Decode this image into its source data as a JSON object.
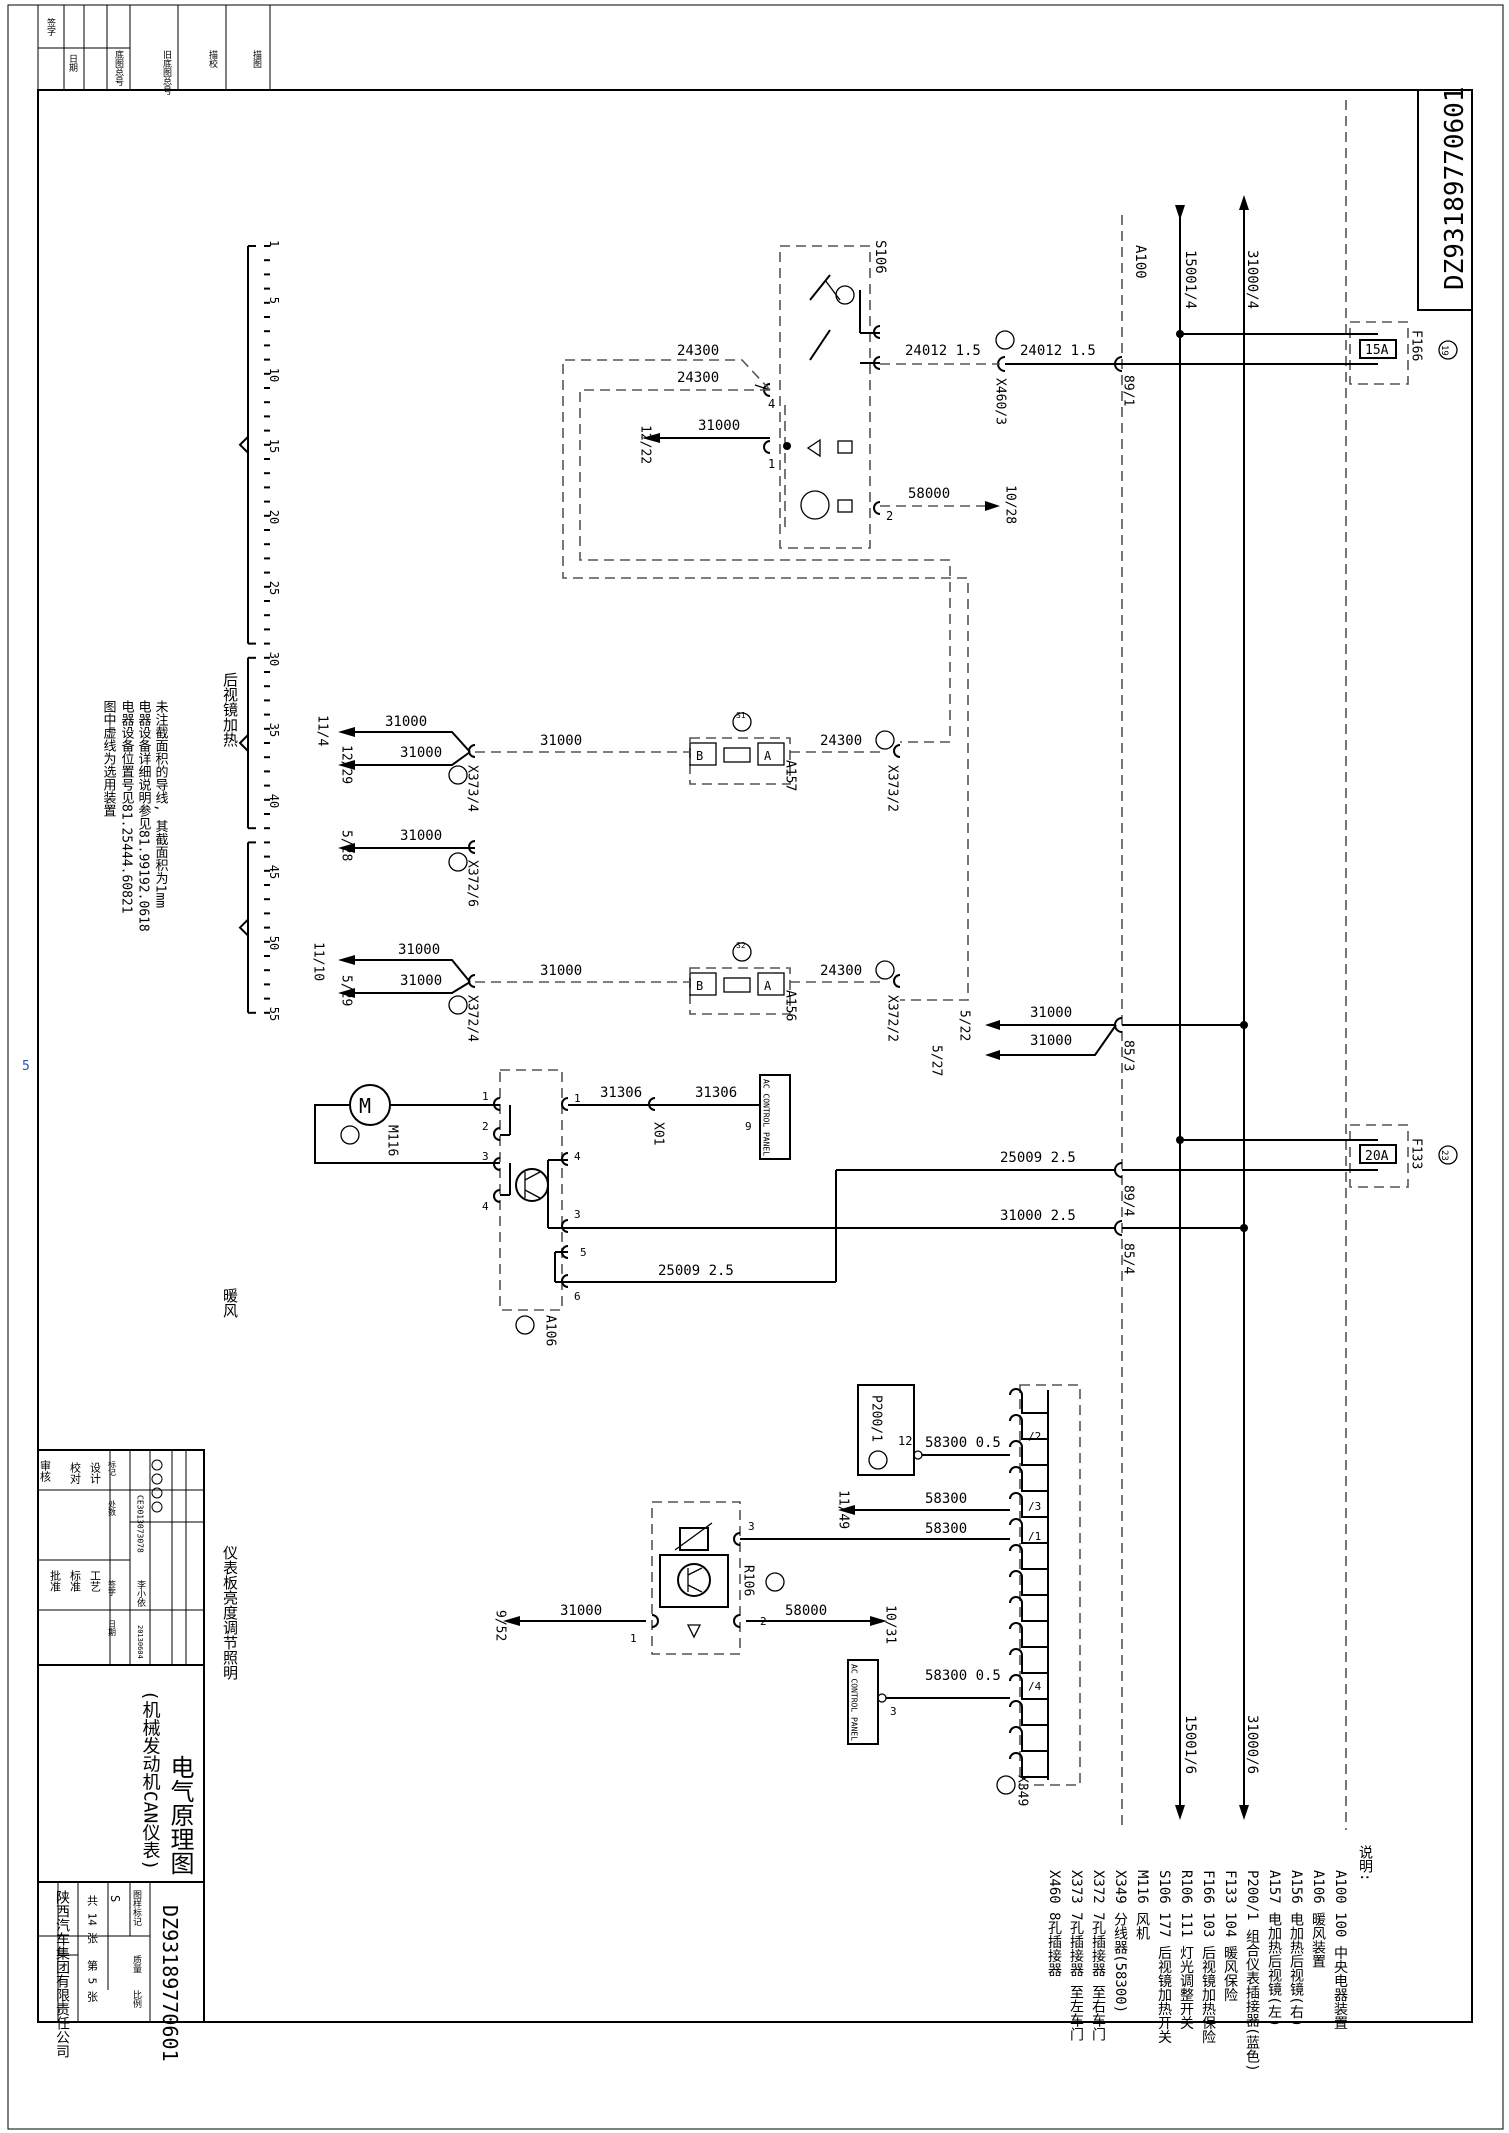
{
  "page_marker": "5",
  "revision_strip": [
    "签字",
    "日期",
    "底图总号",
    "旧底图总号",
    "描校",
    "描图"
  ],
  "drawing_number": "DZ93189770601",
  "wire_labels": {
    "w15001_4": "15001/4",
    "w31000_4": "31000/4",
    "a100": "A100",
    "s106": "S106",
    "w24012_a": "24012 1.5",
    "w24012_b": "24012 1.5",
    "c89_1": "89/1",
    "x460_3": "X460/3",
    "w24300_a": "24300",
    "w24300_b": "24300",
    "w31000_a": "31000",
    "r12_22": "12/22",
    "w58000_a": "58000",
    "r10_28": "10/28",
    "f166": "F166",
    "fuse15": "15A",
    "s1": "S1",
    "w31000_b": "31000",
    "w24300_c": "24300",
    "x373_2": "X373/2",
    "a157": "A157",
    "r11_4": "11/4",
    "w31000_c": "31000",
    "r12_29": "12/29",
    "w31000_d": "31000",
    "x373_4": "X373/4",
    "r5_28": "5/28",
    "w31000_e": "31000",
    "x372_6": "X372/6",
    "s2": "S2",
    "w31000_f": "31000",
    "w24300_d": "24300",
    "x372_2": "X372/2",
    "a156": "A156",
    "r11_10": "11/10",
    "w31000_g": "31000",
    "r5_29": "5/29",
    "w31000_h": "31000",
    "x372_4": "X372/4",
    "w31000_i": "31000",
    "r5_22": "5/22",
    "w31000_j": "31000",
    "r5_27": "5/27",
    "c85_3": "85/3",
    "m116": "M116",
    "w31306_a": "31306",
    "w31306_b": "31306",
    "x01": "X01",
    "ac_panel": "AC CONTROL PANEL",
    "pin9": "9",
    "w25009_a": "25009 2.5",
    "c89_4": "89/4",
    "w31000_k": "31000 2.5",
    "c85_4": "85/4",
    "w25009_b": "25009 2.5",
    "a106": "A106",
    "f133": "F133",
    "fuse20": "20A",
    "p200": "P200/1",
    "pin12": "12",
    "w58300_a": "58300 0.5",
    "w58300_b": "58300",
    "r11_49": "11/49",
    "w58300_c": "58300",
    "r106": "R106",
    "r9_52": "9/52",
    "w31000_l": "31000",
    "w58000_b": "58000",
    "r10_31": "10/31",
    "w58300_d": "58300 0.5",
    "pin3": "3",
    "x349": "X349",
    "w15001_6": "15001/6",
    "w31000_6": "31000/6",
    "circle19": "19",
    "circle23": "23"
  },
  "left_bracket_groups": [
    "后视镜加热",
    "暖风",
    "仪表板亮度调节照明"
  ],
  "ruler_ticks": [
    "1",
    "5",
    "10",
    "15",
    "20",
    "25",
    "30",
    "35",
    "40",
    "45",
    "50",
    "55"
  ],
  "notes": [
    "未注截面积的导线, 其截面积为1mm",
    "电器设备详细说明参见81.99192.0618",
    "电器设备位置号见81.25444.60821",
    "图中虚线为选用装置"
  ],
  "legend": {
    "title": "说明:",
    "items": [
      "A100  100 中央电器装置",
      "A106      暖风装置",
      "A156      电加热后视镜(右)",
      "A157      电加热后视镜(左)",
      "P200/1    组合仪表插接器(蓝色)",
      "F133  104 暖风保险",
      "F166  103 后视镜加热保险",
      "R106  111 灯光调整开关",
      "S106  177 后视镜加热开关",
      "M116      风机",
      "X349      分线器(58300)",
      "X372      7孔插接器 至右车门",
      "X373      7孔插接器 至左车门",
      "X460      8孔插接器"
    ]
  },
  "title_block": {
    "title": "电气原理图",
    "subtitle": "(机械发动机CAN仪表)",
    "company": "陕西汽车集团有限责任公司",
    "drawing_no": "DZ93189770601",
    "sheet_total": "共 14 张",
    "sheet_no": "第 5 张",
    "stage": "S",
    "cells": [
      "设计",
      "校对",
      "审核",
      "工艺",
      "标准",
      "批准",
      "标记",
      "处数",
      "更改文件号",
      "签字",
      "日期",
      "图样标记",
      "质量",
      "比例"
    ],
    "change_no": "CE3013073078",
    "designer": "李小依",
    "date": "20130604"
  }
}
